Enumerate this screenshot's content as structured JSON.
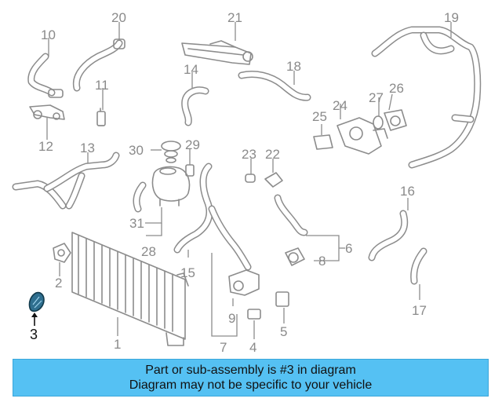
{
  "diagram": {
    "callouts": [
      "1",
      "2",
      "3",
      "4",
      "5",
      "6",
      "7",
      "8",
      "9",
      "10",
      "11",
      "12",
      "13",
      "14",
      "15",
      "16",
      "17",
      "18",
      "19",
      "20",
      "21",
      "22",
      "23",
      "24",
      "25",
      "26",
      "27",
      "28",
      "29",
      "30",
      "31"
    ],
    "highlighted_part": "3"
  },
  "banner": {
    "line1": "Part or sub-assembly is #3 in diagram",
    "line2": "Diagram may not be specific to your vehicle"
  },
  "colors": {
    "banner_bg": "#55c1f3",
    "highlight_part": "#2f6f8f",
    "line_art": "#8c8c8c"
  }
}
